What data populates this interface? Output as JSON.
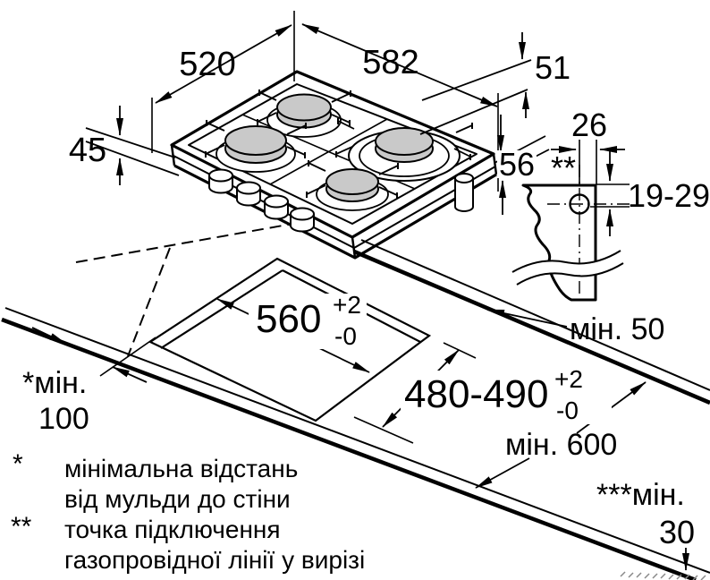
{
  "drawing": {
    "labels": {
      "dim_depth": "520",
      "dim_width_top": "582",
      "dim_front_height": "45",
      "dim_rim_height": "51",
      "dim_body_height": "56",
      "dim_connector_offset": "26",
      "connector_marker": "**",
      "dim_connector_height": "19-29",
      "cutout_width": "560",
      "cutout_width_tol_plus": "+2",
      "cutout_width_tol_minus": "-0",
      "cutout_depth": "480-490",
      "cutout_depth_tol_plus": "+2",
      "cutout_depth_tol_minus": "-0",
      "clearance_back": "мін. 50",
      "clearance_front_depth": "мін. 600",
      "clearance_left_prefix": "*мін.",
      "clearance_left_value": "100",
      "clearance_front_prefix": "***мін.",
      "clearance_front_value": "30"
    },
    "footnotes": [
      {
        "marker": "*",
        "lines": [
          "мінімальна відстань",
          "від мульди до стіни"
        ]
      },
      {
        "marker": "**",
        "lines": [
          "точка підключення",
          "газопровідної лінії у вирізі"
        ]
      }
    ],
    "colors": {
      "line": "#000000",
      "burner_cap": "#c9c9c9",
      "hatch": "#8a8a8a"
    }
  }
}
